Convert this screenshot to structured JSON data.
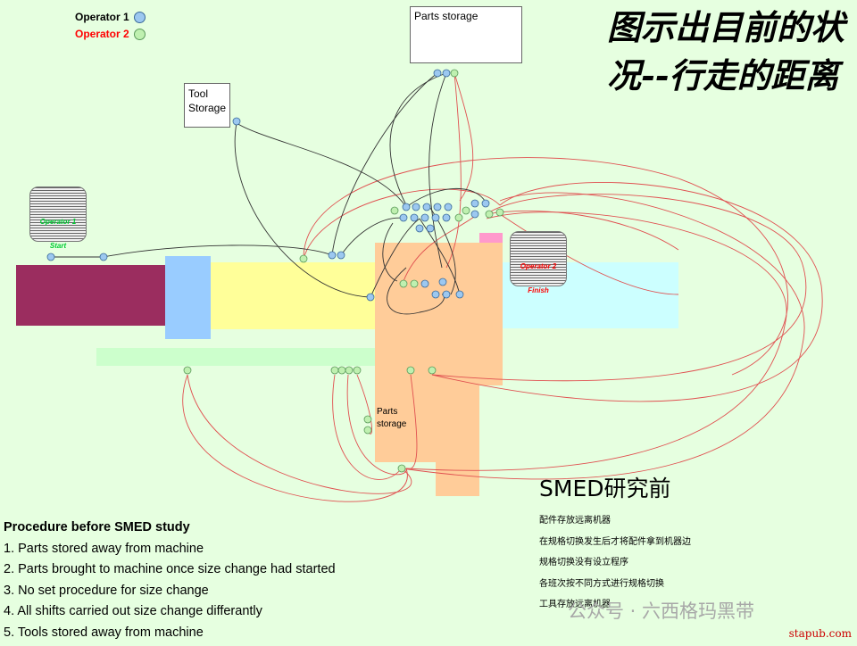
{
  "legend": {
    "operator1": "Operator 1",
    "operator2": "Operator 2"
  },
  "title": {
    "line1": "图示出目前的状",
    "line2": "况--行走的距离"
  },
  "labels": {
    "parts_storage_top": "Parts storage",
    "tool_storage_line1": "Tool",
    "tool_storage_line2": "Storage",
    "parts_storage_lower_line1": "Parts",
    "parts_storage_lower_line2": "storage",
    "operator1_start_line1": "Operator 1",
    "operator1_start_line2": "Start",
    "operator2_finish_line1": "Operator 2",
    "operator2_finish_line2": "Finish"
  },
  "smed": {
    "heading": "SMED研究前",
    "notes": [
      "配件存放远离机器",
      "在规格切换发生后才将配件拿到机器边",
      "规格切换没有设立程序",
      "各班次按不同方式进行规格切换",
      "工具存放远离机器"
    ]
  },
  "procedure": {
    "heading": "Procedure before SMED study",
    "items": [
      "1. Parts stored away from machine",
      "2. Parts brought to machine once size change had started",
      "3. No set procedure for size change",
      "4. All shifts carried out size change differantly",
      "5. Tools stored away from machine"
    ]
  },
  "watermark": "公众号 · 六西格玛黑带",
  "site": "stapub.com",
  "colors": {
    "background": "#e6ffe0",
    "operator1_path": "#333333",
    "operator2_path": "#e05050",
    "maroon_block": "#9b2d5f",
    "blue_block": "#99ccff",
    "yellow_block": "#ffff99",
    "orange_area": "#ffcc99",
    "cyan_block": "#ccffff",
    "green_strip": "#ccffcc",
    "pink_block": "#ff99cc"
  }
}
